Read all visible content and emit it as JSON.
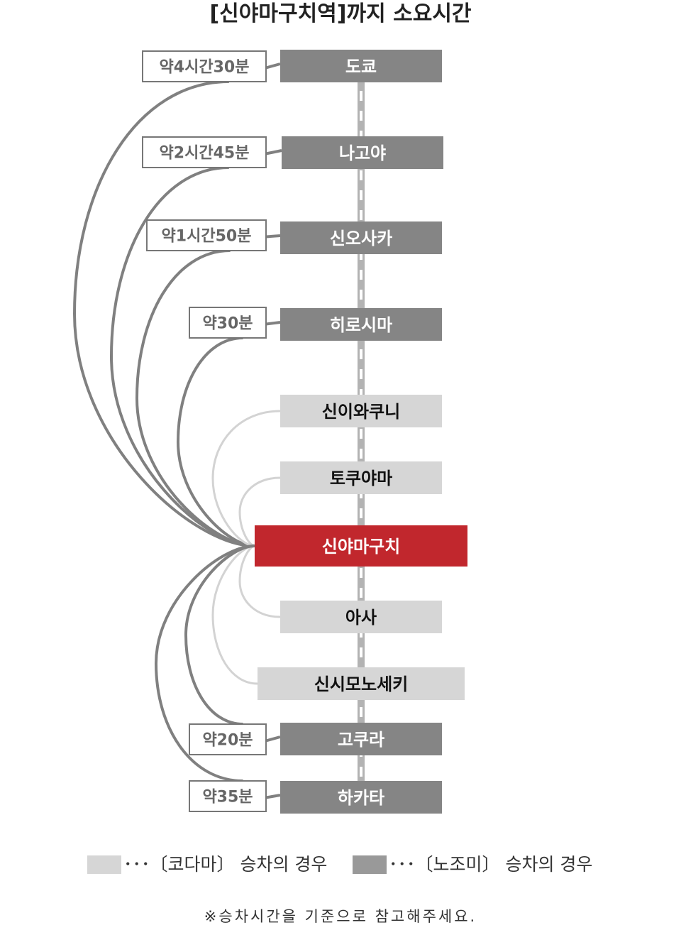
{
  "title": "[신야마구치역]까지 소요시간",
  "colors": {
    "nozomi": "#858585",
    "kodama": "#d6d6d6",
    "highlight": "#c1272d",
    "arc_nozomi": "#808080",
    "arc_kodama": "#d3d3d3"
  },
  "stations": [
    {
      "name": "도쿄",
      "type": "nozomi",
      "time": "약4시간30분"
    },
    {
      "name": "나고야",
      "type": "nozomi",
      "time": "약2시간45분"
    },
    {
      "name": "신오사카",
      "type": "nozomi",
      "time": "약1시간50분"
    },
    {
      "name": "히로시마",
      "type": "nozomi",
      "time": "약30분"
    },
    {
      "name": "신이와쿠니",
      "type": "kodama",
      "time": ""
    },
    {
      "name": "토쿠야마",
      "type": "kodama",
      "time": ""
    },
    {
      "name": "신야마구치",
      "type": "target",
      "time": ""
    },
    {
      "name": "아사",
      "type": "kodama",
      "time": ""
    },
    {
      "name": "신시모노세키",
      "type": "kodama",
      "time": ""
    },
    {
      "name": "고쿠라",
      "type": "nozomi",
      "time": "약20분"
    },
    {
      "name": "하카타",
      "type": "nozomi",
      "time": "약35분"
    }
  ],
  "legend": {
    "kodama": "･･･〔코다마〕 승차의 경우",
    "nozomi": "･･･〔노조미〕 승차의 경우"
  },
  "note": "※승차시간을 기준으로 참고해주세요."
}
